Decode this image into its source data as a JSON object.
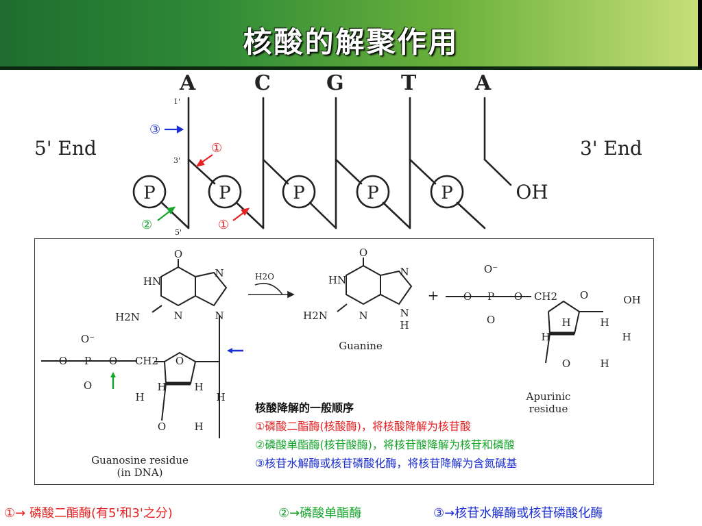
{
  "slide": {
    "title": "核酸的解聚作用"
  },
  "strand": {
    "bases": [
      "A",
      "C",
      "G",
      "T",
      "A"
    ],
    "five_end": "5' End",
    "three_end": "3' End",
    "phosphate": "P",
    "hydroxyl": "OH",
    "carbon_labels": {
      "c1": "1'",
      "c3": "3'",
      "c5": "5'"
    },
    "markers": {
      "one": "①",
      "two": "②",
      "three": "③"
    }
  },
  "reaction": {
    "water": "H2O",
    "plus": "+",
    "guanine_name": "Guanine",
    "apurinic_name": "Apurinic",
    "apurinic_name2": "residue",
    "guanosine_name": "Guanosine residue",
    "guanosine_name2": "(in DNA)",
    "atoms": {
      "O": "O",
      "N": "N",
      "HN": "HN",
      "H2N": "H2N",
      "H": "H",
      "P": "P",
      "O_minus": "O⁻",
      "OH": "OH",
      "CH2": "CH2"
    }
  },
  "legend": {
    "title": "核酸降解的一般顺序",
    "item1": "①磷酸二酯酶(核酸酶)，将核酸降解为核苷酸",
    "item2": "②磷酸单酯酶(核苷酸酶)，将核苷酸降解为核苷和磷酸",
    "item3": "③核苷水解酶或核苷磷酸化酶，将核苷降解为含氮碱基"
  },
  "footer": {
    "item1": "①→ 磷酸二酯酶(有5'和3'之分)",
    "item2": "②→磷酸单酯酶",
    "item3": "③→核苷水解酶或核苷磷酸化酶"
  },
  "colors": {
    "red": "#e62222",
    "green": "#16a52b",
    "blue": "#1c2fd0",
    "header_dark": "#1f6d2f",
    "header_light": "#c8df7a"
  }
}
